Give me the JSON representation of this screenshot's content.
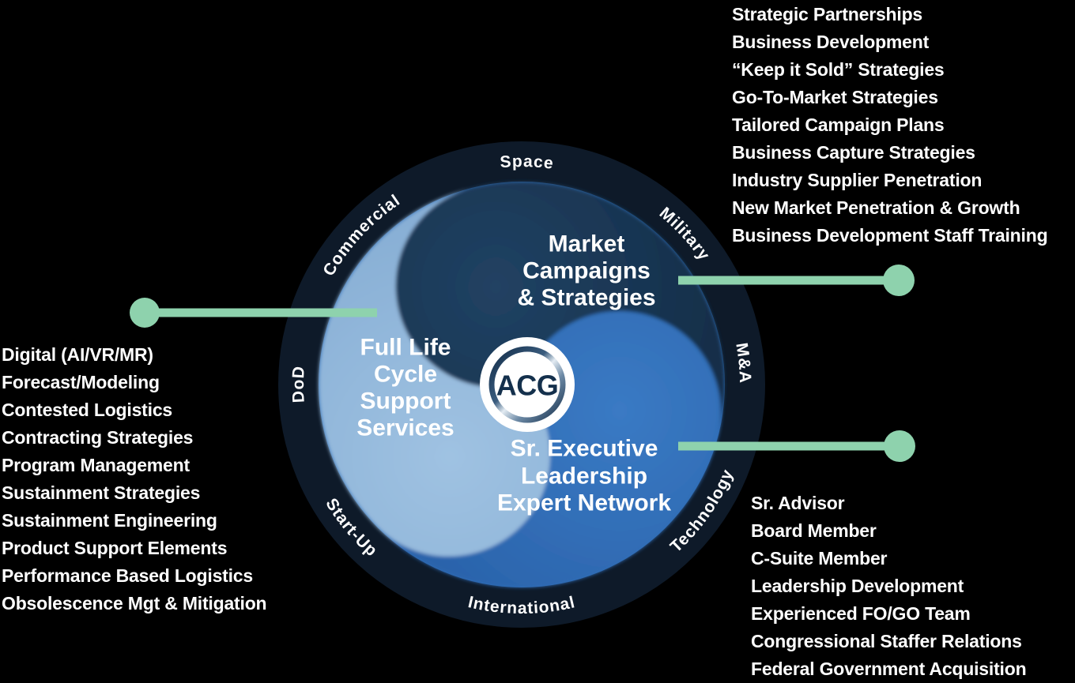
{
  "logo": {
    "brand": "ACG"
  },
  "ring": {
    "space": "Space",
    "military": "Military",
    "ma": "M&A",
    "technology": "Technology",
    "international": "International",
    "start_up": "Start-Up",
    "dod": "DoD",
    "commercial": "Commercial"
  },
  "segments": {
    "market": {
      "line1": "Market",
      "line2": "Campaigns",
      "line3": "& Strategies"
    },
    "full_cycle": {
      "line1": "Full Life",
      "line2": "Cycle",
      "line3": "Support",
      "line4": "Services"
    },
    "executive": {
      "line1": "Sr. Executive",
      "line2": "Leadership",
      "line3": "Expert Network"
    }
  },
  "lists": {
    "market": {
      "items": [
        "Strategic Partnerships",
        "Business Development",
        "“Keep it Sold” Strategies",
        "Go-To-Market Strategies",
        "Tailored Campaign Plans",
        "Business Capture Strategies",
        "Industry Supplier Penetration",
        "New Market Penetration & Growth",
        "Business Development Staff Training"
      ]
    },
    "full_cycle": {
      "items": [
        "Digital (AI/VR/MR)",
        "Forecast/Modeling",
        "Contested Logistics",
        "Contracting Strategies",
        "Program Management",
        "Sustainment Strategies",
        "Sustainment Engineering",
        "Product Support Elements",
        "Performance Based Logistics",
        "Obsolescence Mgt & Mitigation"
      ]
    },
    "executive": {
      "items": [
        "Sr. Advisor",
        "Board Member",
        "C-Suite Member",
        "Leadership Development",
        "Experienced FO/GO Team",
        "Congressional Staffer Relations",
        "Federal Government Acquisition"
      ]
    }
  },
  "colors": {
    "background": "#000000",
    "outer_ring": "#0e1a29",
    "segment_navy": "#16334e",
    "segment_light_blue": "#92b7da",
    "segment_medium_blue": "#2e6db6",
    "accent_green": "#8ed2ad",
    "logo_navy": "#14304c",
    "text_white": "#ffffff"
  }
}
